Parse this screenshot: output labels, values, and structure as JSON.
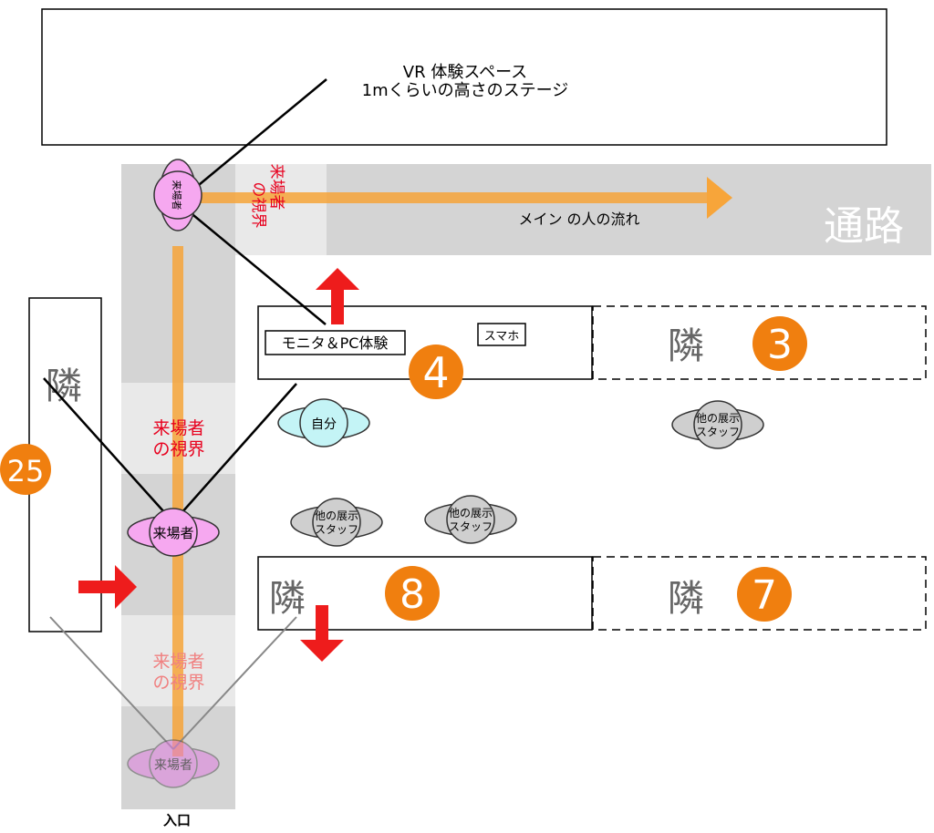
{
  "stage": {
    "line1": "VR 体験スペース",
    "line2": "1mくらいの高さのステージ"
  },
  "corridor": {
    "label": "通路",
    "flow_label": "メイン の人の流れ"
  },
  "booths": {
    "main": {
      "label": "モニタ＆PC体験",
      "phone_label": "スマホ",
      "number": "4"
    },
    "neighbor_3": {
      "label": "隣",
      "number": "3"
    },
    "neighbor_8": {
      "label": "隣",
      "number": "8"
    },
    "neighbor_7": {
      "label": "隣",
      "number": "7"
    },
    "neighbor_25": {
      "label": "隣",
      "number": "25"
    }
  },
  "people": {
    "self": "自分",
    "visitor_top": "来場者",
    "visitor_mid": "来場者",
    "visitor_bottom": "来場者",
    "staff_1_line1": "他の展示",
    "staff_1_line2": "スタッフ",
    "staff_2_line1": "他の展示",
    "staff_2_line2": "スタッフ",
    "staff_3_line1": "他の展示",
    "staff_3_line2": "スタッフ"
  },
  "view_labels": {
    "top_line1": "来場者",
    "top_line2": "の視界",
    "mid_line1": "来場者",
    "mid_line2": "の視界",
    "bottom_line1": "来場者",
    "bottom_line2": "の視界"
  },
  "entrance": "入口",
  "colors": {
    "corridor": "#d4d4d4",
    "flow": "#f7a53a",
    "number_badge": "#f07f0f",
    "visitor": "#f6a8f0",
    "self": "#c4f4f6",
    "staff": "#cfcfcf",
    "arrow_red": "#ee1c1c",
    "view_text": "#e8001e"
  }
}
